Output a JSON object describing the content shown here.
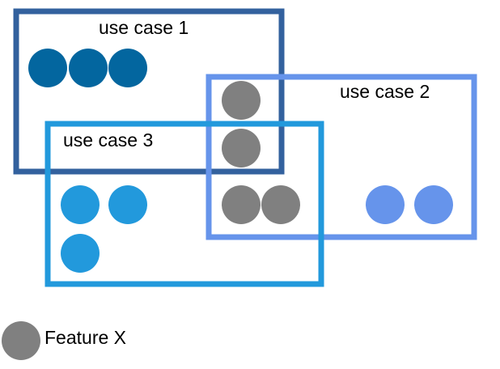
{
  "colors": {
    "use_case_1": "#33619e",
    "use_case_2": "#6694eb",
    "use_case_3": "#2299dc",
    "dot_use_case_1": "#03669f",
    "dot_use_case_2": "#6694eb",
    "dot_use_case_3": "#2299dc",
    "feature_x": "#808080"
  },
  "use_cases": [
    {
      "id": "1",
      "label": "use case 1",
      "color_key": "use_case_1"
    },
    {
      "id": "2",
      "label": "use case 2",
      "color_key": "use_case_2"
    },
    {
      "id": "3",
      "label": "use case 3",
      "color_key": "use_case_3"
    }
  ],
  "circle_groups": [
    {
      "name": "use-case-1-only",
      "color_key": "dot_use_case_1",
      "count": 3
    },
    {
      "name": "use-case-2-only",
      "color_key": "dot_use_case_2",
      "count": 2
    },
    {
      "name": "use-case-3-only",
      "color_key": "dot_use_case_3",
      "count": 3
    },
    {
      "name": "use-case-1-2-overlap",
      "color_key": "feature_x",
      "count": 1
    },
    {
      "name": "use-case-1-2-3-overlap",
      "color_key": "feature_x",
      "count": 1
    },
    {
      "name": "use-case-2-3-overlap",
      "color_key": "feature_x",
      "count": 2
    }
  ],
  "legend": {
    "label": "Feature X",
    "color_key": "feature_x"
  }
}
